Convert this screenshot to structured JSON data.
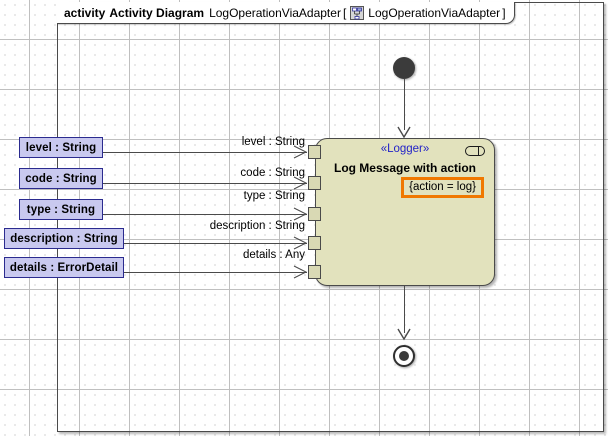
{
  "frame": {
    "kind_label": "activity",
    "diagram_type": "Activity Diagram",
    "diagram_name": "LogOperationViaAdapter",
    "bracket_open": "[",
    "bracket_close": "]",
    "context_icon": "activity-diagram-icon",
    "context_name": "LogOperationViaAdapter"
  },
  "parameters": [
    {
      "label": "level : String"
    },
    {
      "label": "code : String"
    },
    {
      "label": "type : String"
    },
    {
      "label": "description : String"
    },
    {
      "label": "details : ErrorDetail"
    }
  ],
  "edge_labels": [
    {
      "label": "level : String"
    },
    {
      "label": "code : String"
    },
    {
      "label": "type : String"
    },
    {
      "label": "description : String"
    },
    {
      "label": "details : Any"
    }
  ],
  "activity_node": {
    "stereotype": "«Logger»",
    "title": "Log Message with action",
    "constraint": "{action = log}",
    "badge_icon": "activity-rake-icon",
    "fill_color": "#e2e2bd",
    "border_color": "#4a4a4a",
    "constraint_border_color": "#f07800",
    "stereotype_color": "#2323c8"
  },
  "control_nodes": {
    "initial": "initial-node",
    "final": "activity-final-node"
  },
  "colors": {
    "param_fill": "#c9c9ef",
    "param_border": "#2b2b8f",
    "canvas": "#ffffff",
    "connector": "#4a4a4a"
  }
}
